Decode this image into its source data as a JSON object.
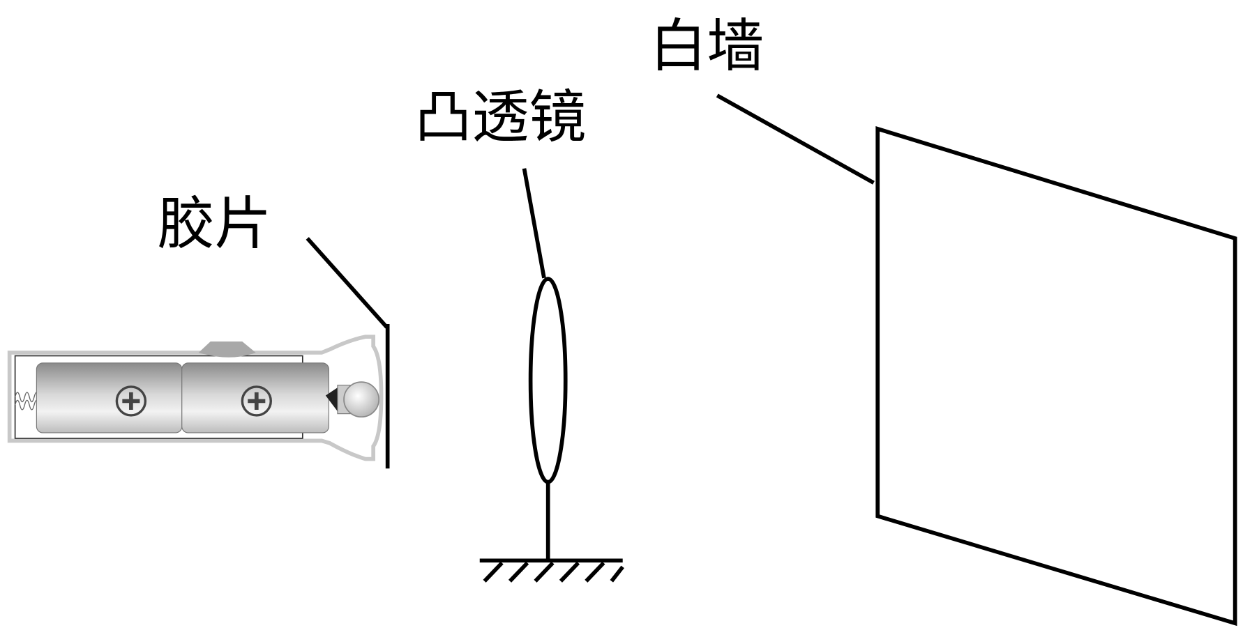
{
  "labels": {
    "wall": "白墙",
    "lens": "凸透镜",
    "film": "胶片"
  },
  "battery_symbols": [
    "+",
    "+"
  ],
  "colors": {
    "line": "#000000",
    "flashlight_outline": "#c8c8c8",
    "battery": "#9a9a9a"
  }
}
